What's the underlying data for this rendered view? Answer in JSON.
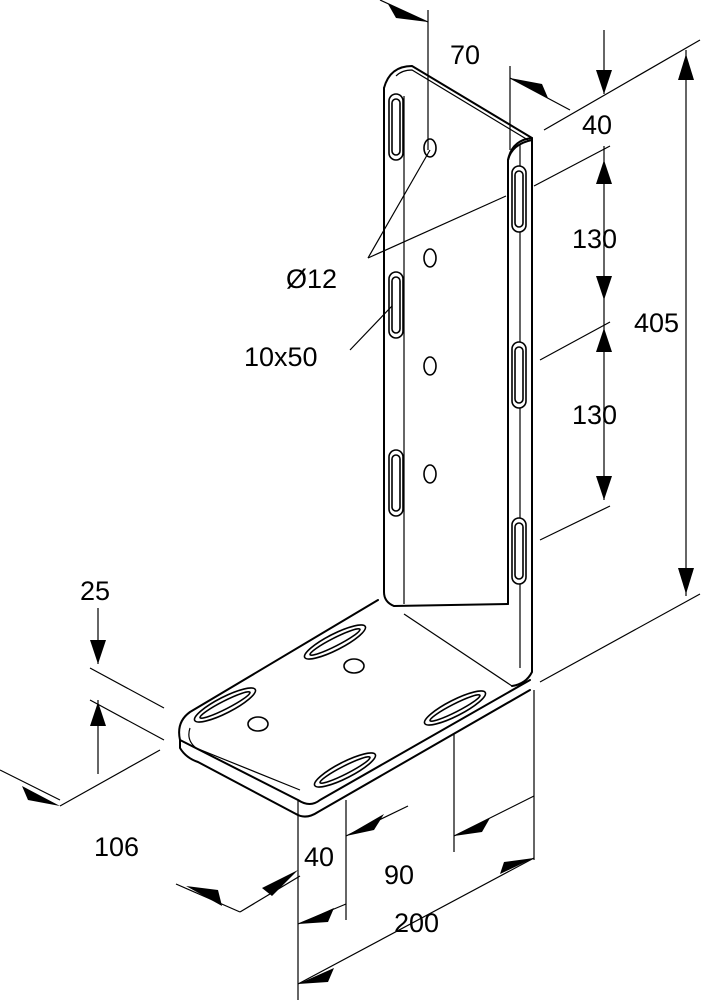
{
  "labels": {
    "width_top": "70",
    "flange_top": "40",
    "pitch_1": "130",
    "pitch_2": "130",
    "height_total": "405",
    "hole_dia": "Ø12",
    "slot": "10x50",
    "lip": "25",
    "depth": "106",
    "slot_spacing": "40",
    "foot_offset": "90",
    "foot_width": "200"
  }
}
